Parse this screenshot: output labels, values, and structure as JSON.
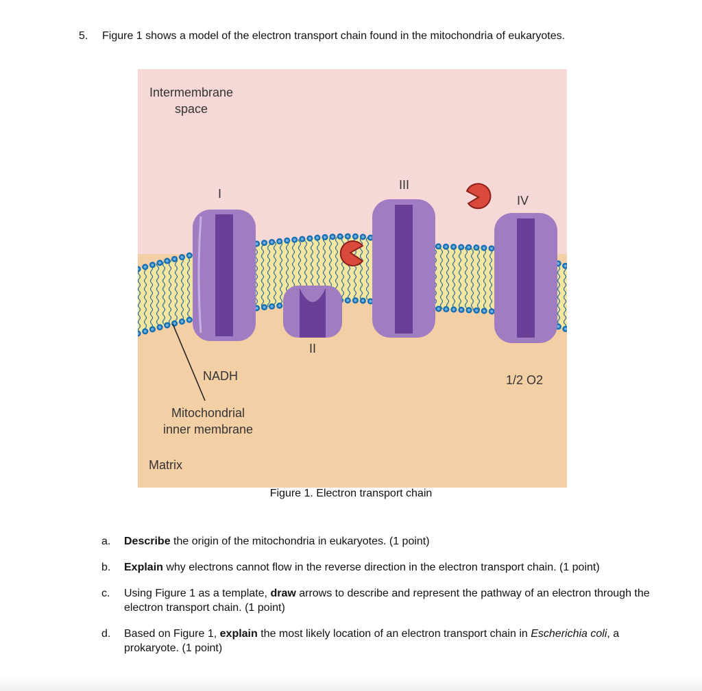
{
  "question": {
    "number": "5.",
    "intro": "Figure 1 shows a model of the electron transport chain found in the mitochondria of eukaryotes."
  },
  "figure": {
    "labels": {
      "intermembrane_line1": "Intermembrane",
      "intermembrane_line2": "space",
      "complex_1": "I",
      "complex_2": "II",
      "complex_3": "III",
      "complex_4": "IV",
      "nadh": "NADH",
      "membrane_line1": "Mitochondrial",
      "membrane_line2": "inner membrane",
      "matrix": "Matrix",
      "oxygen": "1/2 O2"
    },
    "caption": "Figure 1. Electron transport chain",
    "colors": {
      "intermembrane_bg": "#f6d8d6",
      "matrix_bg": "#f3cfa6",
      "protein": "#a07cc2",
      "protein_core": "#6a3f97",
      "lipid_head": "#1a6fb0",
      "lipid_tail": "#f3e6a0",
      "carrier": "#d94a3d"
    }
  },
  "parts": [
    {
      "letter": "a.",
      "bold": "Describe",
      "rest": " the origin of the mitochondria in eukaryotes. (1 point)"
    },
    {
      "letter": "b.",
      "bold": "Explain",
      "rest": " why electrons cannot flow in the reverse direction in the electron transport chain.  (1 point)"
    },
    {
      "letter": "c.",
      "pre": "Using Figure 1 as a template, ",
      "bold": "draw",
      "rest": " arrows to describe and represent the pathway of an electron through the electron transport chain. (1 point)"
    },
    {
      "letter": "d.",
      "pre": "Based on Figure 1, ",
      "bold": "explain",
      "rest": " the most likely location of an electron transport chain in ",
      "italic": "Escherichia coli",
      "tail": ", a prokaryote. (1 point)"
    }
  ]
}
